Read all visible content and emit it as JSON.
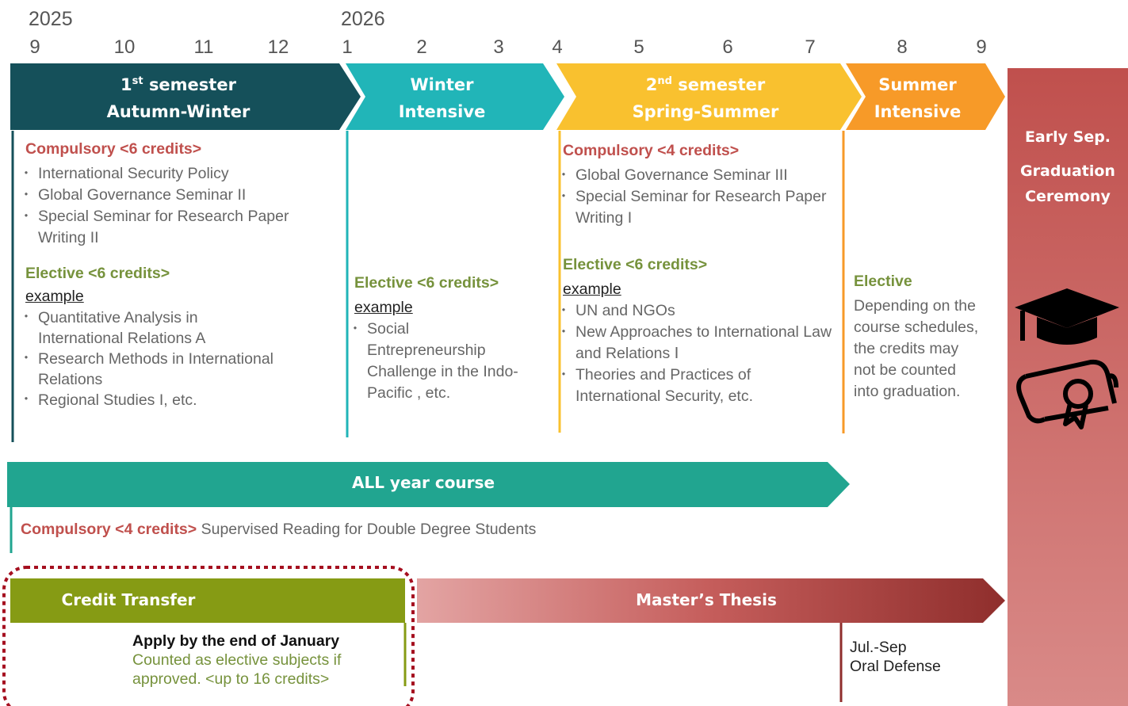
{
  "timeline": {
    "years": [
      "2025",
      "2026"
    ],
    "months": [
      "9",
      "10",
      "11",
      "12",
      "1",
      "2",
      "3",
      "4",
      "5",
      "6",
      "7",
      "8",
      "9"
    ]
  },
  "phases": [
    {
      "id": "s1",
      "ord": "1",
      "sup": "st",
      "line1": "semester",
      "line2": "Autumn-Winter",
      "color": "#15505a"
    },
    {
      "id": "wi",
      "line1": "Winter",
      "line2": "Intensive",
      "color": "#21b5b8"
    },
    {
      "id": "s2",
      "ord": "2",
      "sup": "nd",
      "line1": "semester",
      "line2": "Spring-Summer",
      "color": "#f9c12f"
    },
    {
      "id": "si",
      "line1": "Summer",
      "line2": "Intensive",
      "color": "#f79a28"
    }
  ],
  "graduation": {
    "date": "Early Sep.",
    "title_line1": "Graduation",
    "title_line2": "Ceremony",
    "color": "#c0504d"
  },
  "autumn": {
    "compulsory": "Compulsory <6 credits>",
    "compulsory_items": [
      "International Security Policy",
      "Global Governance Seminar II",
      "Special Seminar for Research Paper Writing II"
    ],
    "elective": "Elective <6 credits>",
    "example": "example",
    "elective_items": [
      "Quantitative Analysis in International Relations A",
      "Research Methods in International Relations",
      "Regional Studies I, etc."
    ]
  },
  "winter": {
    "elective": "Elective <6 credits>",
    "example": "example",
    "elective_items": [
      "Social Entrepreneurship Challenge in the Indo-Pacific , etc."
    ]
  },
  "spring": {
    "compulsory": "Compulsory <4 credits>",
    "compulsory_items": [
      "Global Governance Seminar III",
      "Special Seminar for Research Paper Writing I"
    ],
    "elective": "Elective <6 credits>",
    "example": "example",
    "elective_items": [
      "UN and NGOs",
      "New Approaches to International Law and Relations Ⅰ",
      "Theories and Practices of International Security, etc."
    ]
  },
  "summer": {
    "elective": "Elective",
    "note": "Depending on the course schedules, the credits may not be counted into graduation."
  },
  "all_year": {
    "label": "ALL year course",
    "compulsory": "Compulsory <4 credits>",
    "course": "Supervised Reading for Double Degree Students",
    "color": "#21a590"
  },
  "credit_transfer": {
    "label": "Credit Transfer",
    "apply": "Apply by the end of January",
    "note_line1": "Counted as elective subjects if",
    "note_line2": "approved. <up to 16 credits>",
    "color": "#869b14"
  },
  "thesis": {
    "label": "Master’s Thesis",
    "oral_line1": "Jul.-Sep",
    "oral_line2": "Oral Defense"
  },
  "icons": [
    "graduation-cap-icon",
    "diploma-icon"
  ]
}
